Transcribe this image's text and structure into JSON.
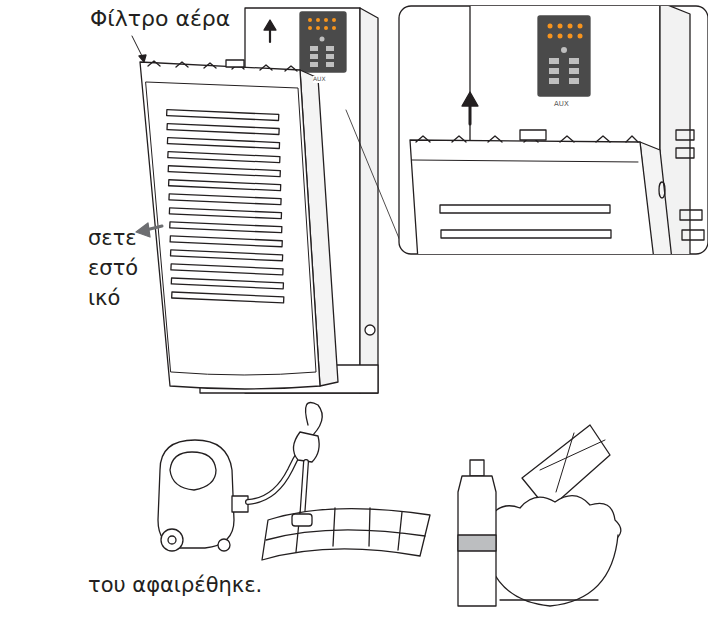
{
  "diagram": {
    "labels": [
      "Φίλτρο αέρα",
      "σετε",
      "εστό",
      "ικό",
      "του αφαιρέθηκε.",
      "AUX",
      "AUX"
    ]
  }
}
